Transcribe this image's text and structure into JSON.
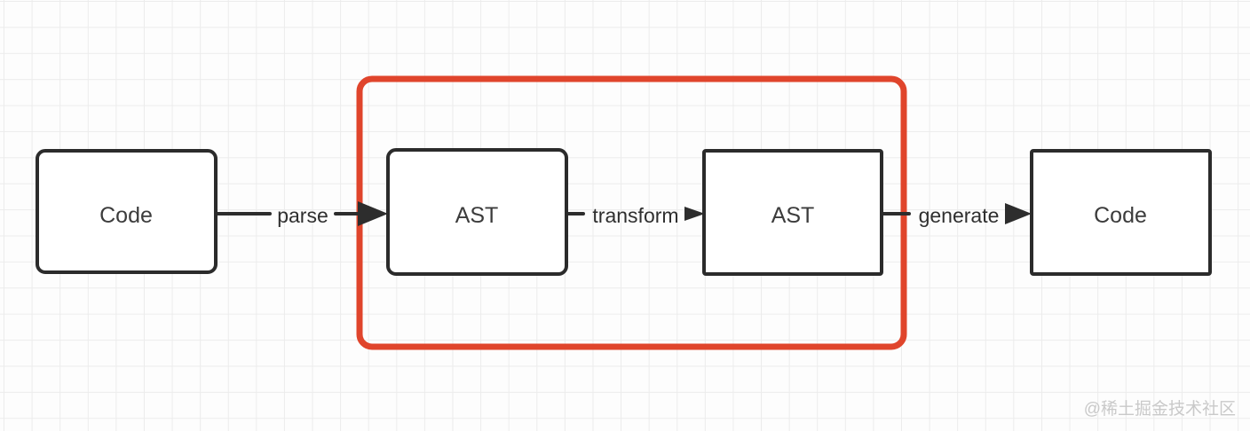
{
  "diagram": {
    "nodes": [
      {
        "id": "code-source",
        "label": "Code"
      },
      {
        "id": "ast-1",
        "label": "AST"
      },
      {
        "id": "ast-2",
        "label": "AST"
      },
      {
        "id": "code-output",
        "label": "Code"
      }
    ],
    "edges": [
      {
        "id": "parse",
        "label": "parse"
      },
      {
        "id": "transform",
        "label": "transform"
      },
      {
        "id": "generate",
        "label": "generate"
      }
    ],
    "highlight_color": "#e0452c",
    "stroke_color": "#2d2d2d",
    "grid_color": "#ececec",
    "node_fill": "#ffffff"
  },
  "watermark": {
    "text": "@稀土掘金技术社区"
  }
}
